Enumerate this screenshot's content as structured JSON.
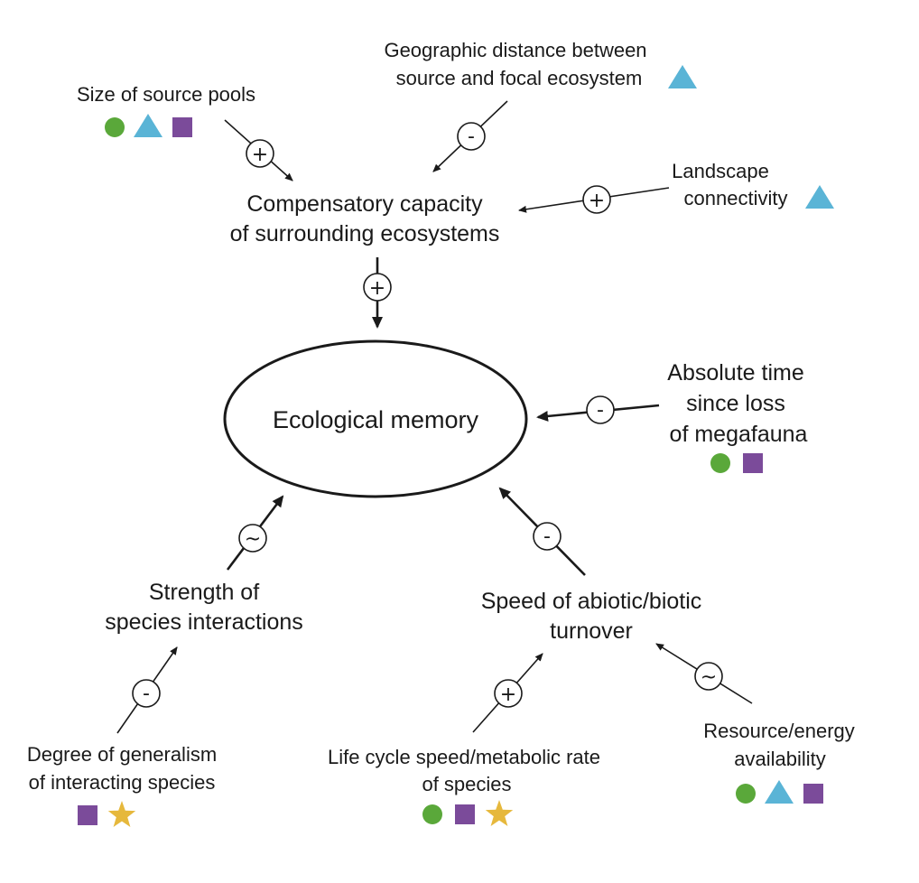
{
  "center": {
    "label": "Ecological memory"
  },
  "nodes": {
    "compensatory": {
      "line1": "Compensatory capacity",
      "line2": "of surrounding ecosystems"
    },
    "source_pools": {
      "line1": "Size of source pools"
    },
    "geo_distance": {
      "line1": "Geographic distance between",
      "line2": "source and focal ecosystem"
    },
    "connectivity": {
      "line1": "Landscape",
      "line2": "connectivity"
    },
    "time_megafauna": {
      "line1": "Absolute time",
      "line2": "since loss",
      "line3": "of megafauna"
    },
    "strength": {
      "line1": "Strength of",
      "line2": "species interactions"
    },
    "turnover": {
      "line1": "Speed of abiotic/biotic",
      "line2": "turnover"
    },
    "generalism": {
      "line1": "Degree of generalism",
      "line2": "of interacting species"
    },
    "life_cycle": {
      "line1": "Life cycle speed/metabolic rate",
      "line2": "of species"
    },
    "resource": {
      "line1": "Resource/energy",
      "line2": "availability"
    }
  },
  "signs": {
    "source_pools": "+",
    "geo_distance": "-",
    "connectivity": "+",
    "compensatory": "+",
    "time_megafauna": "-",
    "strength": "~",
    "turnover": "-",
    "generalism": "-",
    "life_cycle": "+",
    "resource": "~"
  },
  "markers": {
    "source_pools": [
      "circle",
      "triangle",
      "square"
    ],
    "geo_distance": [
      "triangle"
    ],
    "connectivity": [
      "triangle"
    ],
    "time_megafauna": [
      "circle",
      "square"
    ],
    "generalism": [
      "square",
      "star"
    ],
    "life_cycle": [
      "circle",
      "square",
      "star"
    ],
    "resource": [
      "circle",
      "triangle",
      "square"
    ]
  },
  "colors": {
    "circle": "#5aa83a",
    "triangle": "#5ab4d6",
    "square": "#7b4b9a",
    "star": "#e6b83c",
    "ink": "#1a1a1a"
  }
}
